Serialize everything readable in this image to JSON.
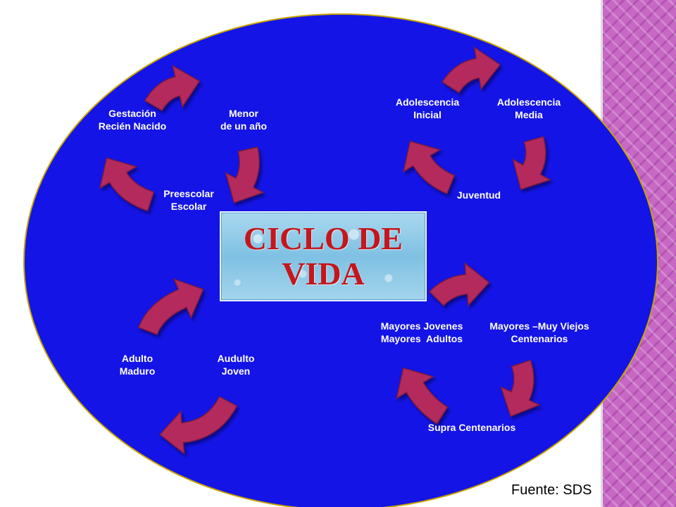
{
  "diagram": {
    "title": "CICLO DE\nVIDA",
    "source": "Fuente: SDS",
    "colors": {
      "ellipse_fill": "#1414e6",
      "ellipse_stroke": "#c9a400",
      "arrow_fill": "#b52b5c",
      "arrow_stroke": "#7a1a3d",
      "label_text": "#ffffff",
      "title_text": "#c4161c"
    },
    "cycles": [
      {
        "labels": [
          "Gestación\nRecién Nacido",
          "Menor\nde un año",
          "Preescolar\nEscolar"
        ]
      },
      {
        "labels": [
          "Adolescencia\nInicial",
          "Adolescencia\nMedia",
          "Juventud"
        ]
      },
      {
        "labels": [
          "Adulto\nMaduro",
          "Audulto\nJoven"
        ]
      },
      {
        "labels": [
          "Mayores Jovenes\nMayores  Adultos",
          "Mayores –Muy Viejos\nCentenarios",
          "Supra Centenarios"
        ]
      }
    ]
  }
}
